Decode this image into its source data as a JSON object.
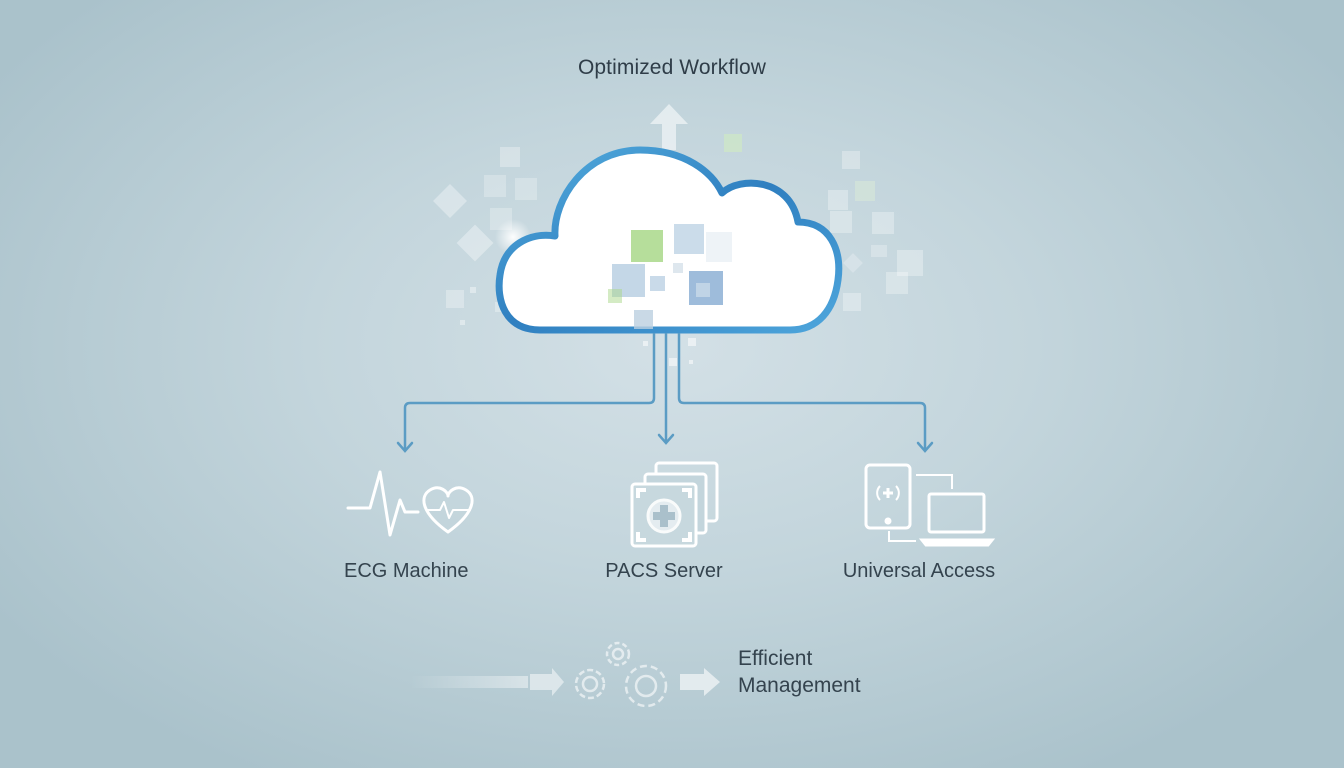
{
  "diagram": {
    "title": "Optimized Workflow",
    "central_node": {
      "icon": "cloud-icon",
      "description": "Cloud storage with data blocks"
    },
    "branches": [
      {
        "label": "ECG Machine",
        "icon": "ecg-heart-icon"
      },
      {
        "label": "PACS Server",
        "icon": "medical-image-stack-icon"
      },
      {
        "label": "Universal Access",
        "icon": "tablet-laptop-icon"
      }
    ],
    "footer": {
      "icon": "gears-icon",
      "label_line1": "Efficient",
      "label_line2": "Management"
    },
    "colors": {
      "background": "#c3d5dc",
      "cloud_outline": "#3a8cc8",
      "connector": "#5b9cc4",
      "icon_stroke": "#ffffff",
      "accent_green": "#a9d88a",
      "text": "#2f3d48"
    }
  }
}
